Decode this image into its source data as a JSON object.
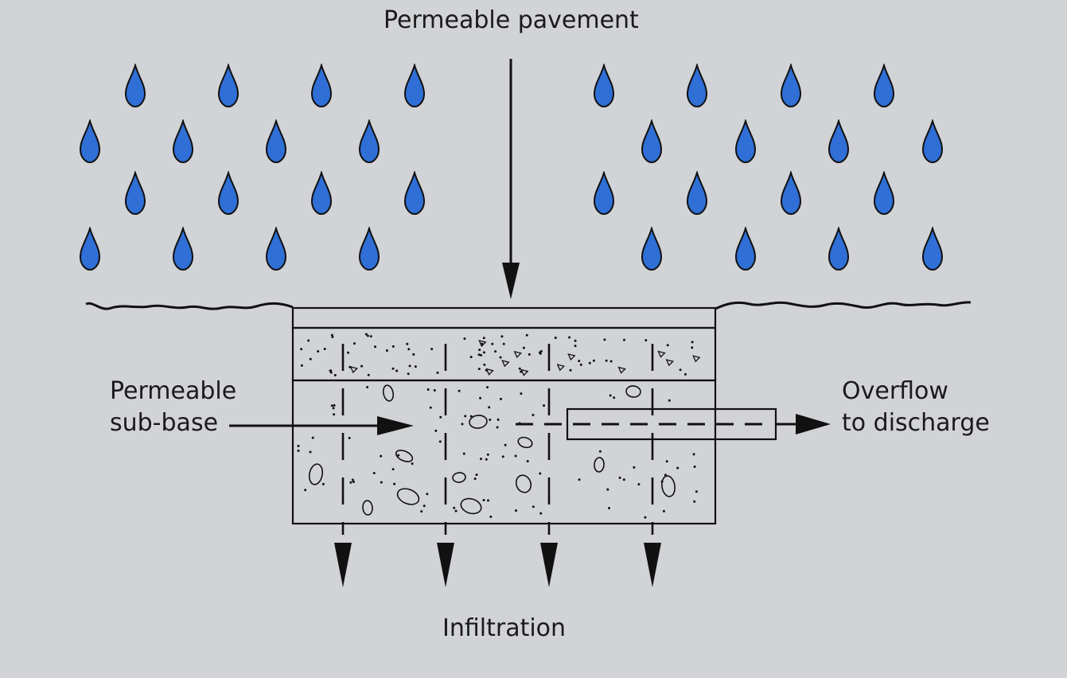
{
  "labels": {
    "top": "Permeable pavement",
    "subbase": [
      "Permeable",
      "sub-base"
    ],
    "overflow": [
      "Overflow",
      "to discharge"
    ],
    "bottom": "Infiltration"
  },
  "colors": {
    "background": "#d1d3d6",
    "raindrop": "#2f6fd6",
    "line": "#111111"
  },
  "icons": {
    "raindrop": "raindrop-icon",
    "arrow": "arrow-icon"
  }
}
